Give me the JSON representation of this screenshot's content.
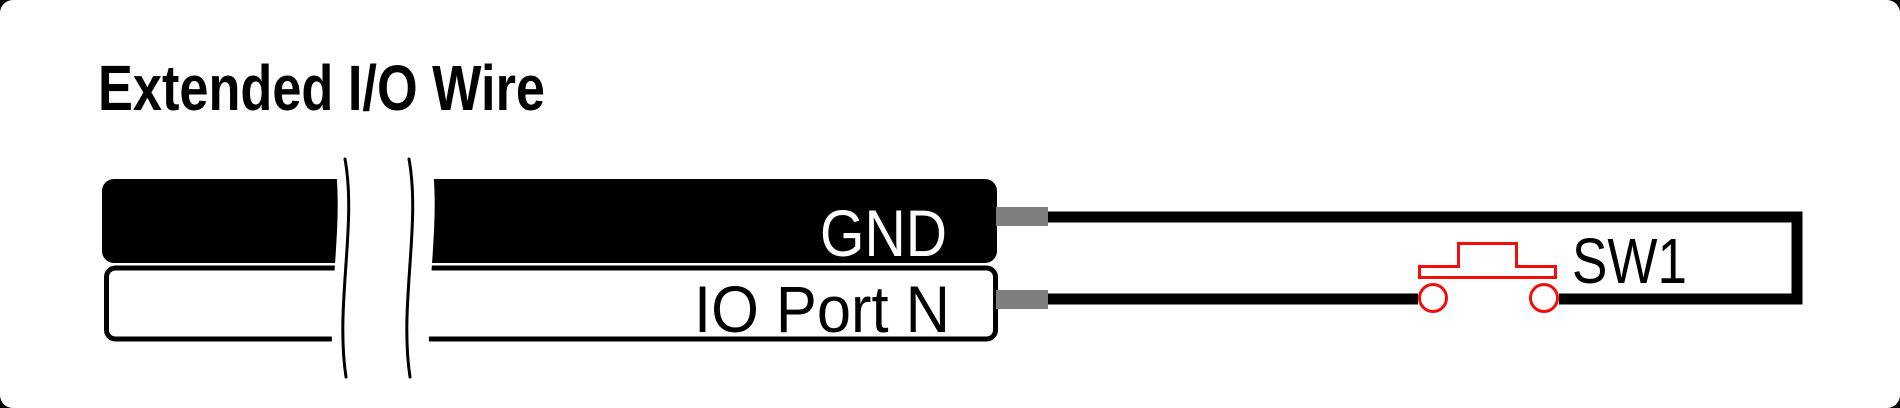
{
  "header": {
    "title": "Extended I/O Wire"
  },
  "diagram": {
    "gnd_wire_label": "GND",
    "io_wire_label": "IO Port N",
    "switch_label": "SW1",
    "colors": {
      "wire_black": "#000000",
      "label_white": "#ffffff",
      "terminal_gray": "#7e7e7e",
      "switch_red": "#f20d0d",
      "card_background": "#ffffff",
      "page_background": "#000000"
    }
  }
}
